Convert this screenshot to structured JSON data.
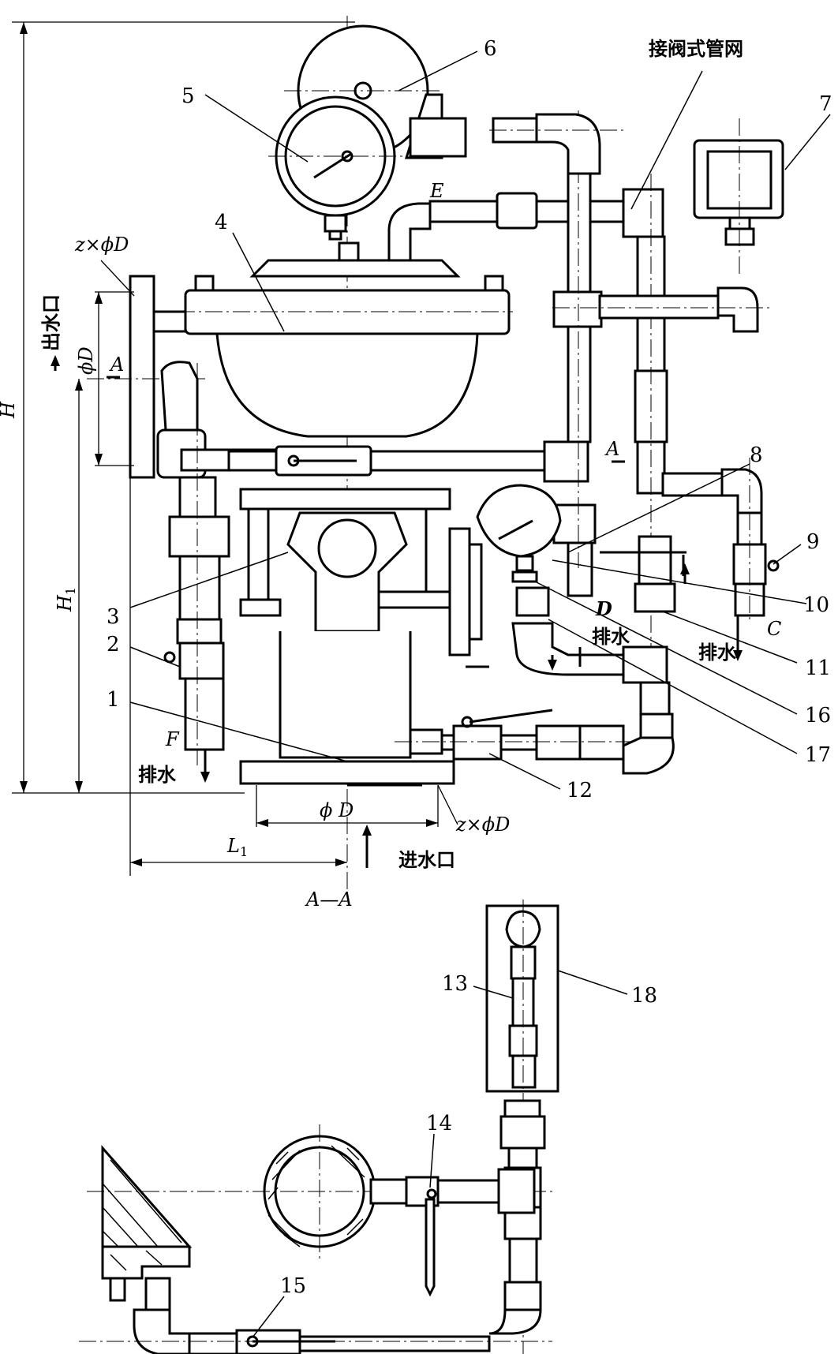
{
  "labels": {
    "top_network": "接阀式管网",
    "outlet": "出水口",
    "inlet": "进水口",
    "drain_left": "排水",
    "drain_mid": "排水",
    "drain_right": "排水",
    "section": "A—A"
  },
  "dimensions": {
    "H": "H",
    "H1": "H",
    "H1_sub": "1",
    "L1": "L",
    "L1_sub": "1",
    "phiD_side": "ϕD",
    "phiD_bottom": "ϕ D",
    "zphiD_top": "z×ϕD",
    "zphiD_bottom": "z×ϕD"
  },
  "letters": {
    "A_left": "A",
    "A_right": "A",
    "E": "E",
    "F": "F",
    "C": "C",
    "D": "D"
  },
  "part_numbers": [
    "1",
    "2",
    "3",
    "4",
    "5",
    "6",
    "7",
    "8",
    "9",
    "10",
    "11",
    "12",
    "13",
    "14",
    "15",
    "16",
    "17",
    "18"
  ]
}
